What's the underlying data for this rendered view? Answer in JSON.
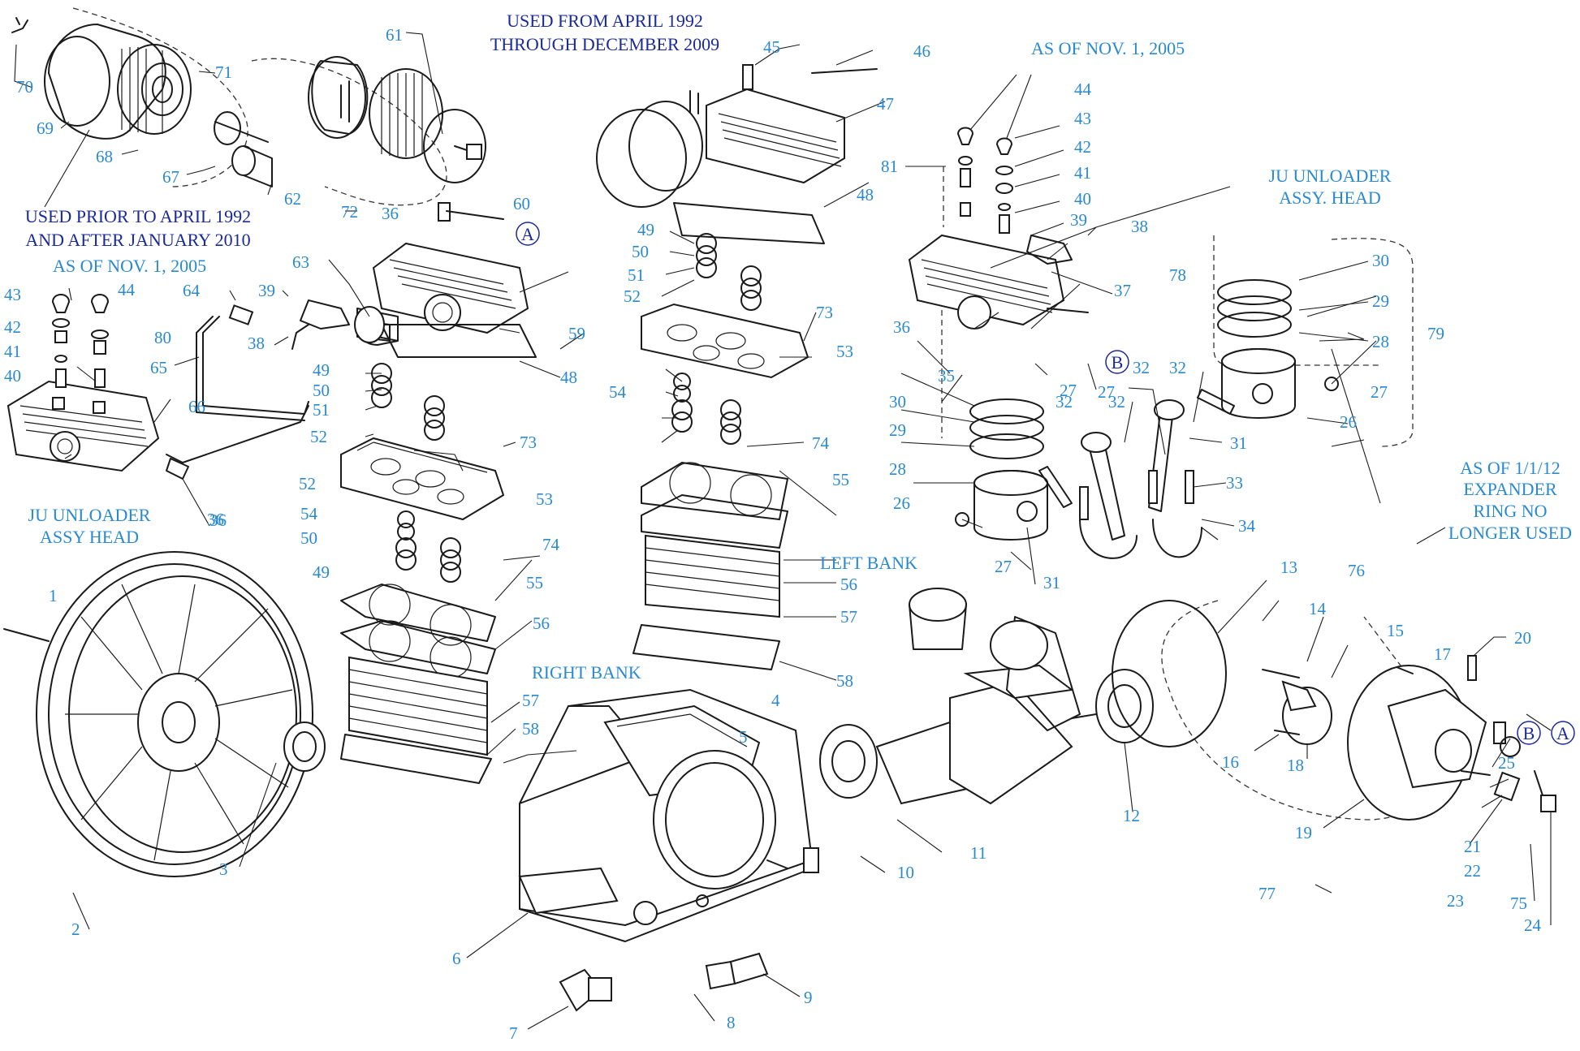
{
  "notes": {
    "used_from": [
      "USED FROM APRIL 1992",
      "THROUGH DECEMBER 2009"
    ],
    "used_prior": [
      "USED PRIOR TO APRIL 1992",
      "AND AFTER JANUARY 2010"
    ],
    "as_of_left": "AS OF NOV. 1, 2005",
    "as_of_right": "AS OF NOV. 1, 2005",
    "ju_unloader_left": [
      "JU UNLOADER",
      "ASSY HEAD"
    ],
    "ju_unloader_right": [
      "JU UNLOADER",
      "ASSY. HEAD"
    ],
    "as_of_expander": [
      "AS OF 1/1/12",
      "EXPANDER",
      "RING NO",
      "LONGER USED"
    ],
    "left_bank": "LEFT BANK",
    "right_bank": "RIGHT BANK"
  },
  "callouts": [
    "A",
    "B"
  ],
  "part_numbers": [
    "1",
    "2",
    "3",
    "4",
    "5",
    "6",
    "7",
    "8",
    "9",
    "10",
    "11",
    "12",
    "13",
    "14",
    "15",
    "16",
    "17",
    "18",
    "19",
    "20",
    "21",
    "22",
    "23",
    "24",
    "25",
    "26",
    "27",
    "28",
    "29",
    "30",
    "31",
    "32",
    "33",
    "34",
    "35",
    "36",
    "37",
    "38",
    "39",
    "40",
    "41",
    "42",
    "43",
    "44",
    "45",
    "46",
    "47",
    "48",
    "49",
    "50",
    "51",
    "52",
    "53",
    "54",
    "55",
    "56",
    "57",
    "58",
    "59",
    "60",
    "61",
    "62",
    "63",
    "64",
    "65",
    "66",
    "67",
    "68",
    "69",
    "70",
    "71",
    "72",
    "73",
    "74",
    "75",
    "76",
    "77",
    "78",
    "79",
    "80",
    "81"
  ],
  "colors": {
    "label": "#2a8ad0",
    "note_navy": "#1a2a9a",
    "line": "#1a1a1a"
  }
}
